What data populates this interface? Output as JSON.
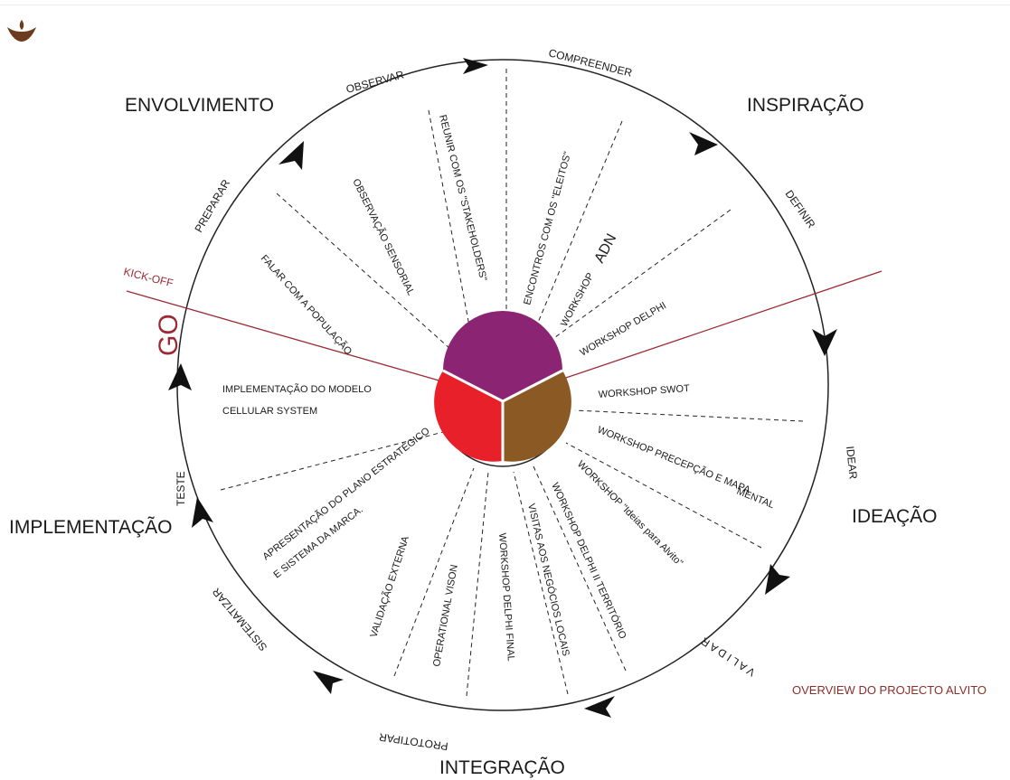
{
  "logo": {
    "icon": "lotus-hand-icon",
    "color": "#6b3a1f"
  },
  "colors": {
    "center_top": "#8b2472",
    "center_left": "#e8202a",
    "center_right": "#8b5a24",
    "accent": "#9b2a35",
    "ink": "#1a1a1a"
  },
  "phases": {
    "envolvimento": "ENVOLVIMENTO",
    "inspiracao": "INSPIRAÇÃO",
    "ideacao": "IDEAÇÃO",
    "integracao": "INTEGRAÇÃO",
    "implementacao": "IMPLEMENTAÇÃO"
  },
  "steps": {
    "observar": "OBSERVAR",
    "compreender": "COMPREENDER",
    "definir": "DEFINIR",
    "idear": "IDEAR",
    "validar": "V A L I D A R",
    "prototipar": "PROTOTIPAR",
    "sistematizar": "SISTEMATIZAR",
    "teste": "TESTE",
    "preparar": "PREPARAR"
  },
  "kickoff": "KICK-OFF",
  "go": "GO",
  "overview": "OVERVIEW DO PROJECTO ALVITO",
  "activities": {
    "falar": "FALAR COM A POPULAÇÃO",
    "observacao": "OBSERVAÇÃO SENSORIAL",
    "reunir": "REUNIR COM OS \"STAKEHOLDERS\"",
    "encontros": "ENCONTROS COM OS \"ELEITOS\"",
    "workshop_adn_a": "WORKSHOP",
    "workshop_adn_b": "ADN",
    "workshop_delphi": "WORKSHOP  DELPHI",
    "workshop_swot": "WORKSHOP   SWOT",
    "precepcao_1": "WORKSHOP PRECEPÇÃO E MAPA",
    "precepcao_2": "MENTAL",
    "ideias": "WORKSHOP \"Ideias para Alvito\"",
    "delphi_ii": "WORKSHOP DELPHI II TERRITÓRIO",
    "visitas": "VISITAS AOS NEGÓCIOS LOCAIS",
    "delphi_final": "WORKSHOP DELPHI FINAL",
    "operational": "OPERATIONAL VISON",
    "validacao": "VALIDAÇÃO EXTERNA",
    "apresentacao_1": "APRESENTAÇÃO  DO PLANO ESTRATÉGICO",
    "apresentacao_2": "E SISTEMA DA MARCA.",
    "implementacao_1": "IMPLEMENTAÇÃO DO MODELO",
    "implementacao_2": "CELLULAR SYSTEM"
  }
}
